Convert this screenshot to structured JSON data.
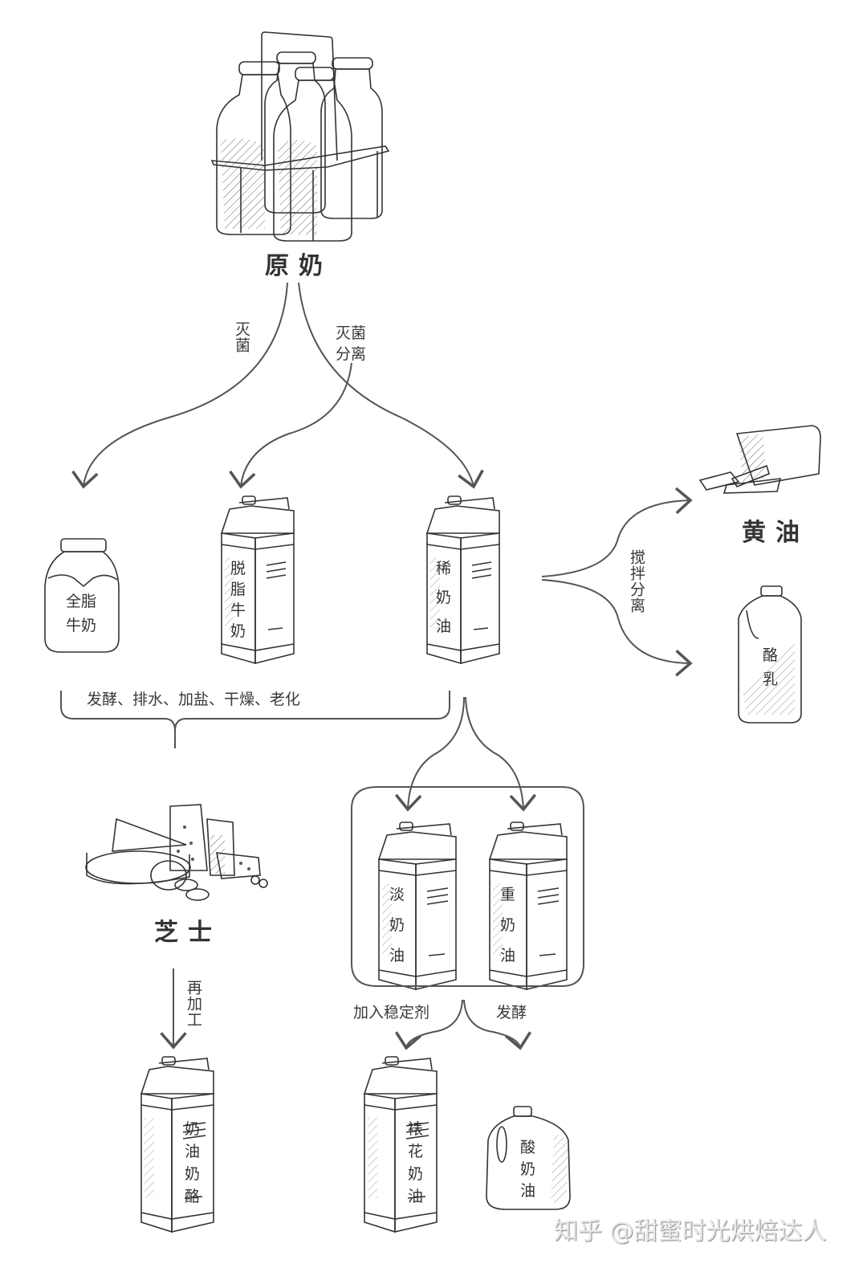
{
  "title": "奶制品加工流程图",
  "nodes": {
    "raw_milk": "原奶",
    "whole_milk": [
      "全脂",
      "牛奶"
    ],
    "skim_milk": [
      "脱",
      "脂",
      "牛",
      "奶"
    ],
    "cream": [
      "稀",
      "奶",
      "油"
    ],
    "butter": "黄油",
    "buttermilk": [
      "酪",
      "乳"
    ],
    "cheese": "芝士",
    "light_cream": [
      "淡",
      "奶",
      "油"
    ],
    "heavy_cream": [
      "重",
      "奶",
      "油"
    ],
    "cream_cheese": [
      "奶",
      "油",
      "奶",
      "酪"
    ],
    "whipping_cream": [
      "裱",
      "花",
      "奶",
      "油"
    ],
    "sour_cream": [
      "酸",
      "奶",
      "油"
    ]
  },
  "edges": {
    "sterilize": "灭菌",
    "sterilize_separate": "灭菌分离",
    "churn_separate": "搅拌分离",
    "cheese_process": "发酵、排水、加盐、干燥、老化",
    "reprocess": "再加工",
    "add_stabilizer": "加入稳定剂",
    "ferment": "发酵"
  },
  "watermark": "知乎 @甜蜜时光烘焙达人"
}
